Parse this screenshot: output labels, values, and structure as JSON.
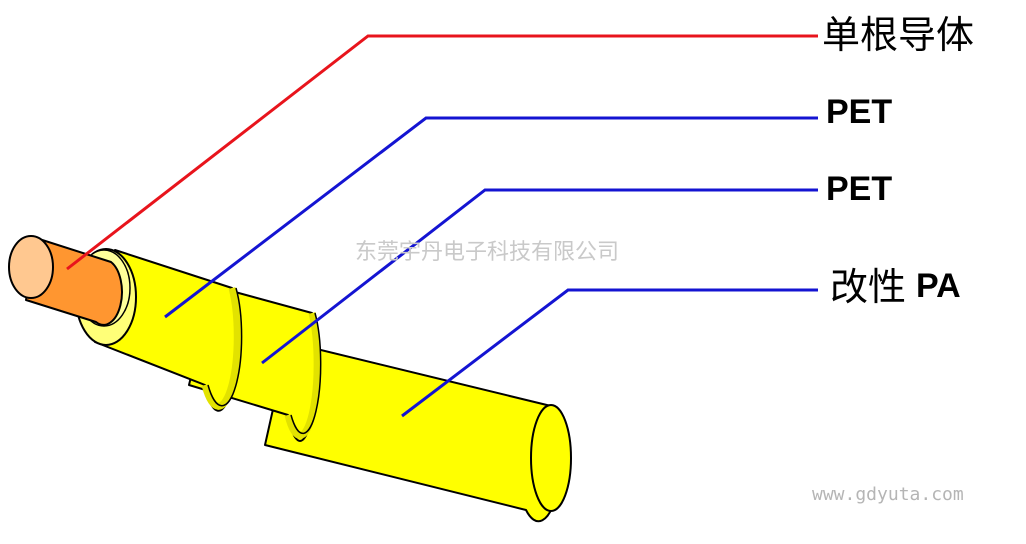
{
  "labels": {
    "conductor": "单根导体",
    "pet_inner": "PET",
    "pet_outer": "PET",
    "pa_prefix": "改性",
    "pa_suffix": "PA"
  },
  "watermark": "东莞宇丹电子科技有限公司",
  "url": "www.gdyuta.com",
  "colors": {
    "conductor_leader": "#e8141c",
    "layer_leader": "#1414d2",
    "copper_face": "#ffc890",
    "copper_side": "#ff9630",
    "pale_yellow": "#ffff78",
    "yellow": "#ffff00",
    "band_ring": "#e2e200"
  }
}
